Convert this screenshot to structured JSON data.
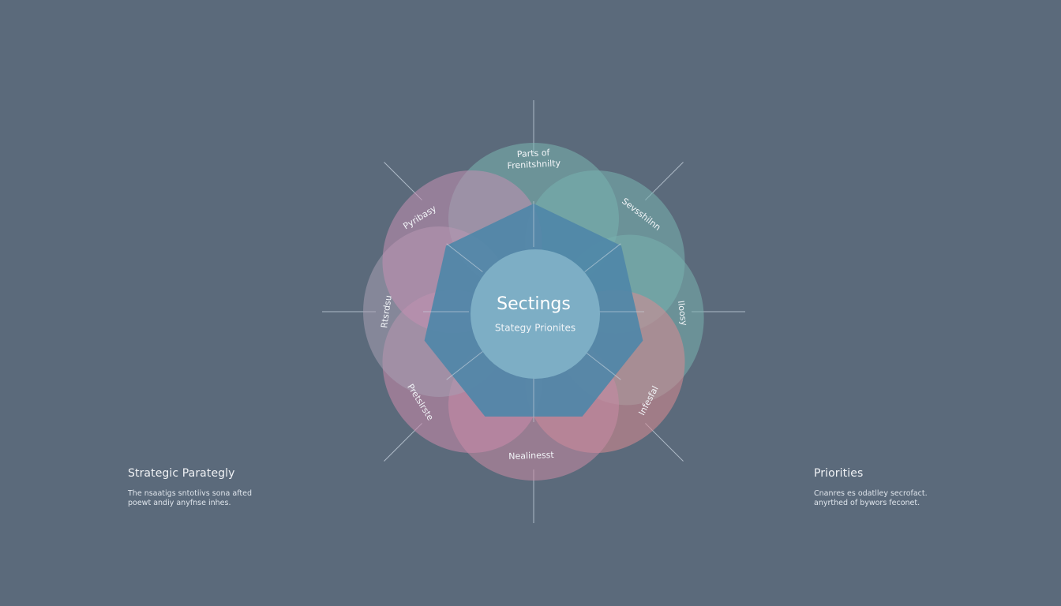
{
  "center": {
    "title": "Sectings",
    "subtitle": "Stategy Prionites"
  },
  "petals": [
    {
      "label_lines": [
        "Parts of",
        "Frenitshnilty"
      ],
      "color": "#7ab4b0"
    },
    {
      "label_lines": [
        "Sevsshilnn"
      ],
      "color": "#79b3b1"
    },
    {
      "label_lines": [
        "Iloosy"
      ],
      "color": "#78b0ae"
    },
    {
      "label_lines": [
        "Infesfal"
      ],
      "color": "#d98a92"
    },
    {
      "label_lines": [
        "Nealinesst"
      ],
      "color": "#c98ba4"
    },
    {
      "label_lines": [
        "Pretslrste"
      ],
      "color": "#cc8aab"
    },
    {
      "label_lines": [
        "Rtsrdsu"
      ],
      "color": "#a79eb3"
    },
    {
      "label_lines": [
        "Pyribasy"
      ],
      "color": "#c58fb3"
    }
  ],
  "left_block": {
    "title": "Strategic Parategly",
    "body": [
      "The nsaatigs sntotiivs sona afted",
      "poewt andiy anyfnse inhes."
    ]
  },
  "right_block": {
    "title": "Priorities",
    "body": [
      "Cnanres es odatlley secrofact.",
      "anyrthed of bywors feconet."
    ]
  },
  "colors": {
    "background": "#5b6a7b",
    "heptagon": "#4f87a8",
    "center_circle": "#7fb0c6",
    "spoke": "#c9d6e0"
  }
}
